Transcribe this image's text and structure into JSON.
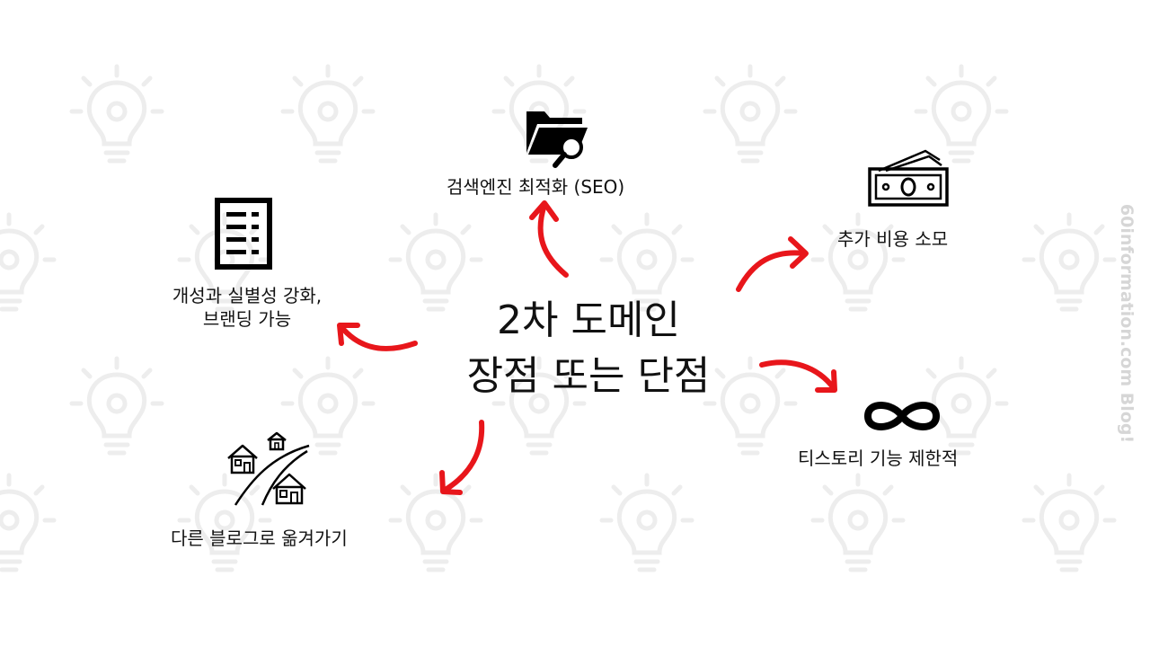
{
  "center": {
    "line1": "2차 도메인",
    "line2": "장점 또는 단점"
  },
  "items": {
    "seo": "검색엔진 최적화 (SEO)",
    "personality_line1": "개성과 실별성 강화,",
    "personality_line2": "브랜딩 가능",
    "cost": "추가 비용 소모",
    "tistory": "티스토리 기능 제한적",
    "move": "다른 블로그로 옮겨가기"
  },
  "icons": {
    "seo": "folder-search-icon",
    "personality": "document-list-icon",
    "cost": "cash-icon",
    "tistory": "infinity-icon",
    "move": "houses-road-icon"
  },
  "watermark": "60information.com Blog!",
  "colors": {
    "arrow": "#e8161b",
    "text": "#111111",
    "background_icon": "#ededed",
    "watermark": "#d6d6d6"
  }
}
